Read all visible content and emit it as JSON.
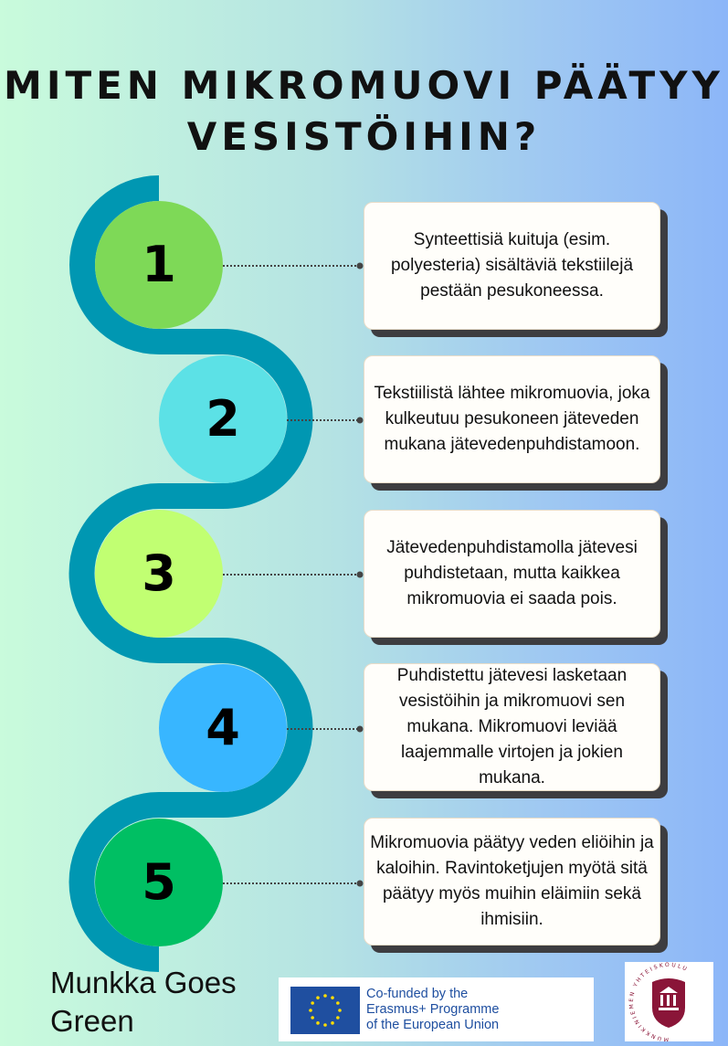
{
  "title_lines": [
    "MITEN MIKROMUOVI PÄÄTYY",
    "VESISTÖIHIN?"
  ],
  "colors": {
    "path": "#0097b2",
    "step1": "#7ed957",
    "step2": "#5ce1e6",
    "step3": "#c1ff72",
    "step4": "#38b6ff",
    "step5": "#00bf63"
  },
  "steps": [
    {
      "number": "1",
      "text": "Synteettisiä kuituja (esim. polyesteria) sisältäviä tekstiilejä pestään pesukoneessa."
    },
    {
      "number": "2",
      "text": "Tekstiilistä lähtee mikromuovia, joka kulkeutuu pesukoneen jäteveden mukana jätevedenpuhdistamoon."
    },
    {
      "number": "3",
      "text": "Jätevedenpuhdistamolla jätevesi puhdistetaan, mutta kaikkea mikromuovia ei saada pois."
    },
    {
      "number": "4",
      "text": "Puhdistettu jätevesi lasketaan vesistöihin ja mikromuovi sen mukana. Mikromuovi leviää laajemmalle virtojen ja jokien mukana."
    },
    {
      "number": "5",
      "text": "Mikromuovia päätyy veden eliöihin ja kaloihin. Ravintoketjujen myötä sitä päätyy myös muihin eläimiin sekä ihmisiin."
    }
  ],
  "footer": {
    "project_name": "Munkka Goes Green",
    "eu_lines": [
      "Co-funded by the",
      "Erasmus+ Programme",
      "of the European Union"
    ],
    "school_logo_text": "MUNKKINIEMEN YHTEISKOULU"
  }
}
